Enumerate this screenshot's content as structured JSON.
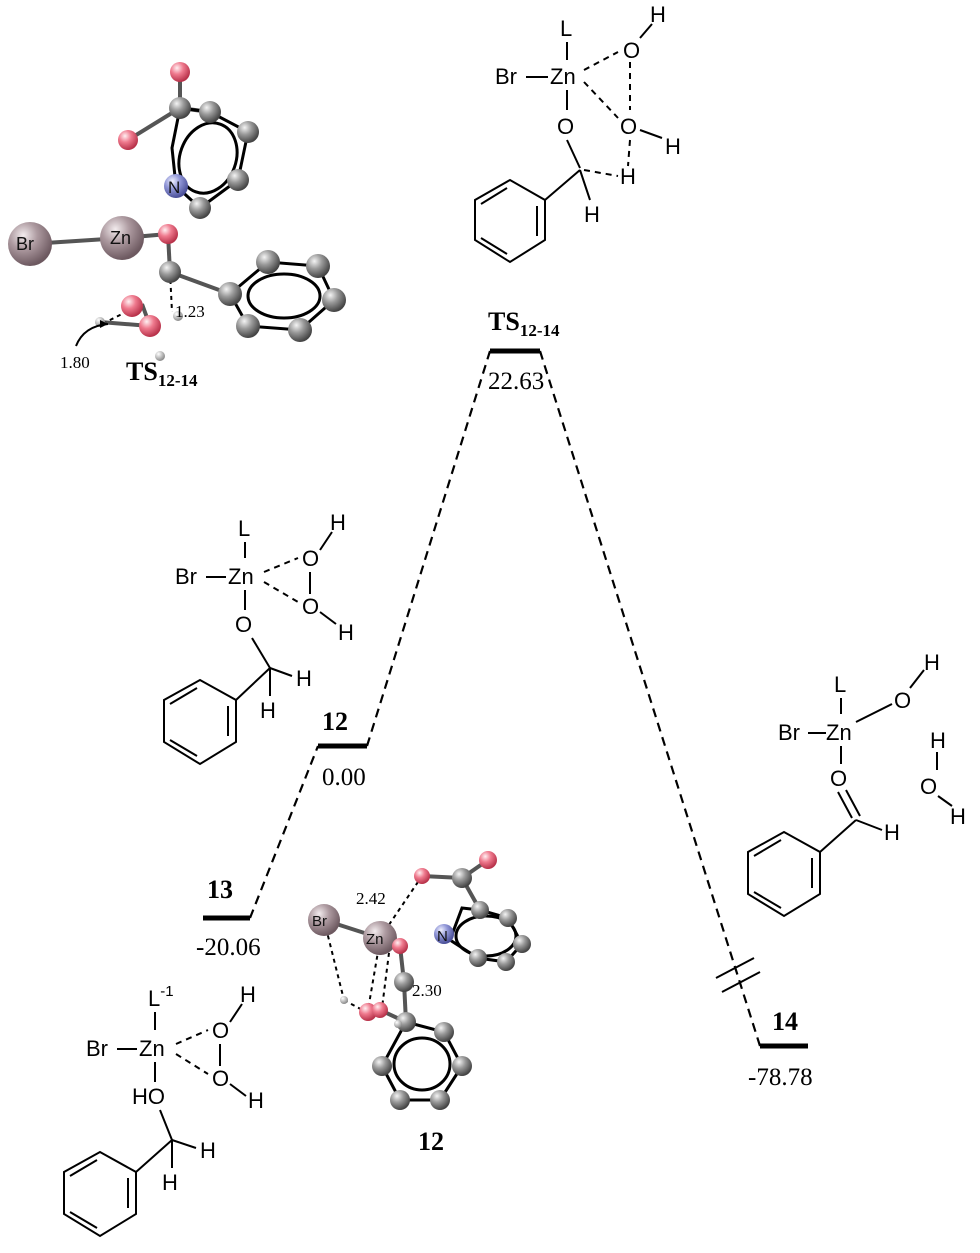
{
  "levels": {
    "s13": {
      "label": "13",
      "energy": "-20.06"
    },
    "s12": {
      "label": "12",
      "energy": "0.00"
    },
    "ts": {
      "label": "TS",
      "sub": "12-14",
      "energy": "22.63"
    },
    "s14": {
      "label": "14",
      "energy": "-78.78"
    }
  },
  "ts_3d": {
    "caption": "TS",
    "caption_sub": "12-14",
    "distances": [
      "1.23",
      "1.80"
    ],
    "atoms": {
      "br": "Br",
      "zn": "Zn",
      "n": "N"
    }
  },
  "m12_3d": {
    "caption": "12",
    "distances": [
      "2.42",
      "2.30"
    ],
    "atoms": {
      "br": "Br",
      "zn": "Zn",
      "n": "N"
    }
  },
  "struct_ts": {
    "l": "L",
    "zn": "Zn",
    "br": "Br",
    "o": "O",
    "h": "H"
  },
  "struct_12": {
    "l": "L",
    "zn": "Zn",
    "br": "Br",
    "o": "O",
    "h": "H"
  },
  "struct_13": {
    "l": "L",
    "l_sup": "-1",
    "zn": "Zn",
    "br": "Br",
    "o": "O",
    "h": "H",
    "ho": "HO"
  },
  "struct_14": {
    "l": "L",
    "zn": "Zn",
    "br": "Br",
    "o": "O",
    "h": "H"
  },
  "colors": {
    "zn": "#a78f96",
    "br": "#9a7d86",
    "oxygen": "#e8637a",
    "nitrogen": "#8a8fd0",
    "carbon": "#6e6e6e"
  }
}
